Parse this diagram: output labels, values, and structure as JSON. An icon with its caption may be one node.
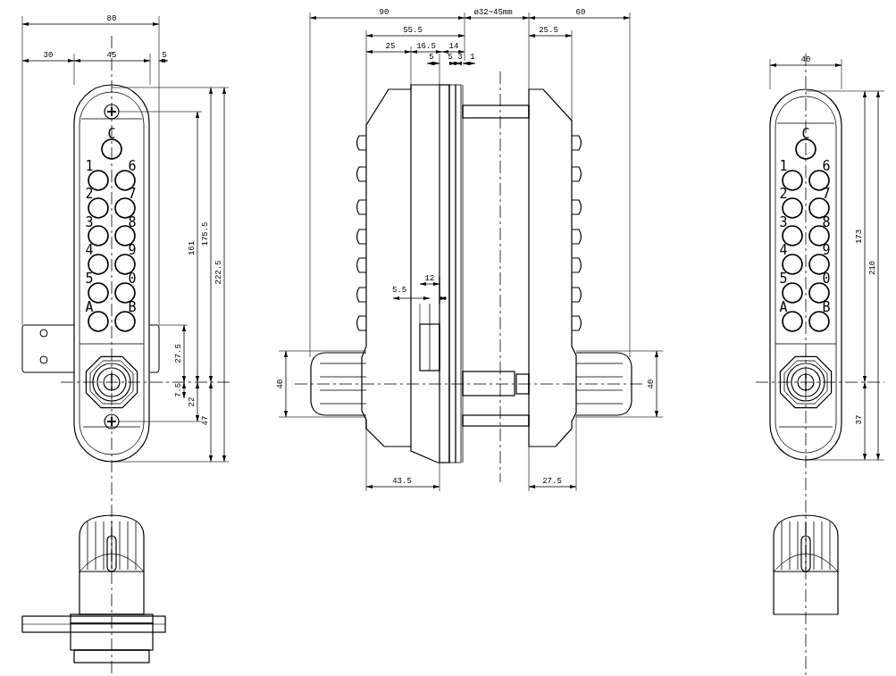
{
  "diagram": {
    "labels": [
      "80",
      "30",
      "45",
      "5",
      "C",
      "1",
      "6",
      "2",
      "7",
      "3",
      "8",
      "4",
      "9",
      "5",
      "0",
      "A",
      "B",
      "175.5",
      "161",
      "222.5",
      "27.5",
      "7.5",
      "22",
      "47",
      "90",
      "ø32~45mm",
      "60",
      "55.5",
      "25",
      "16.5",
      "14",
      "25.5",
      "5",
      "5",
      "3",
      "1",
      "12",
      "5.5",
      "40",
      "40",
      "43.5",
      "27.5",
      "40",
      "C",
      "1",
      "6",
      "2",
      "7",
      "3",
      "8",
      "4",
      "9",
      "5",
      "0",
      "A",
      "B",
      "173",
      "210",
      "37"
    ]
  }
}
